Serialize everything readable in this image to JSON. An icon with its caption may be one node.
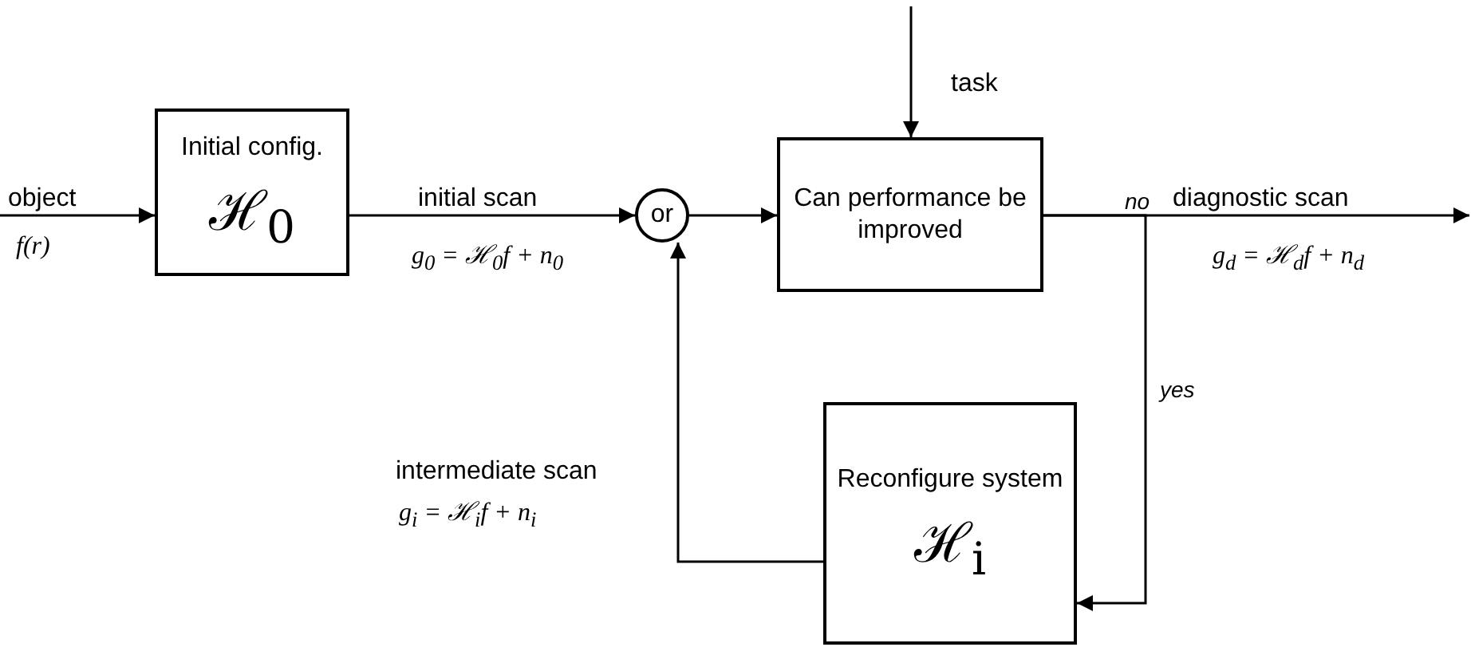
{
  "diagram": {
    "nodes": [
      {
        "text": [
          "Initial config.",
          "ℋ$_{0}$"
        ]
      },
      {
        "text": [
          "or"
        ]
      },
      {
        "text": [
          "Can performance be improved"
        ]
      },
      {
        "text": [
          "Reconfigure system",
          "ℋ$_{i}$"
        ]
      }
    ],
    "edges": [
      {
        "from": null,
        "to": 0,
        "arrow": "to",
        "label": "object"
      },
      {
        "from": 0,
        "to": 1,
        "arrow": "to",
        "label": "initial scan"
      },
      {
        "from": 1,
        "to": 2,
        "arrow": "to"
      },
      {
        "from": null,
        "to": 2,
        "arrow": "to",
        "label": "task"
      },
      {
        "from": 2,
        "to": null,
        "arrow": "to",
        "label": "diagnostic scan"
      },
      {
        "from": 2,
        "to": 3,
        "arrow": "to",
        "label": "yes"
      },
      {
        "from": 3,
        "to": 1,
        "arrow": "to",
        "label": "intermediate scan"
      }
    ],
    "labels": [
      "f(r)",
      "g$_{0}$ = ℋ$_{0}$f + n$_{0}$",
      "no",
      "g$_{d}$ = ℋ$_{d}$f + n$_{d}$",
      "g$_{i}$ = ℋ$_{i}$f + n$_{i}$"
    ]
  }
}
